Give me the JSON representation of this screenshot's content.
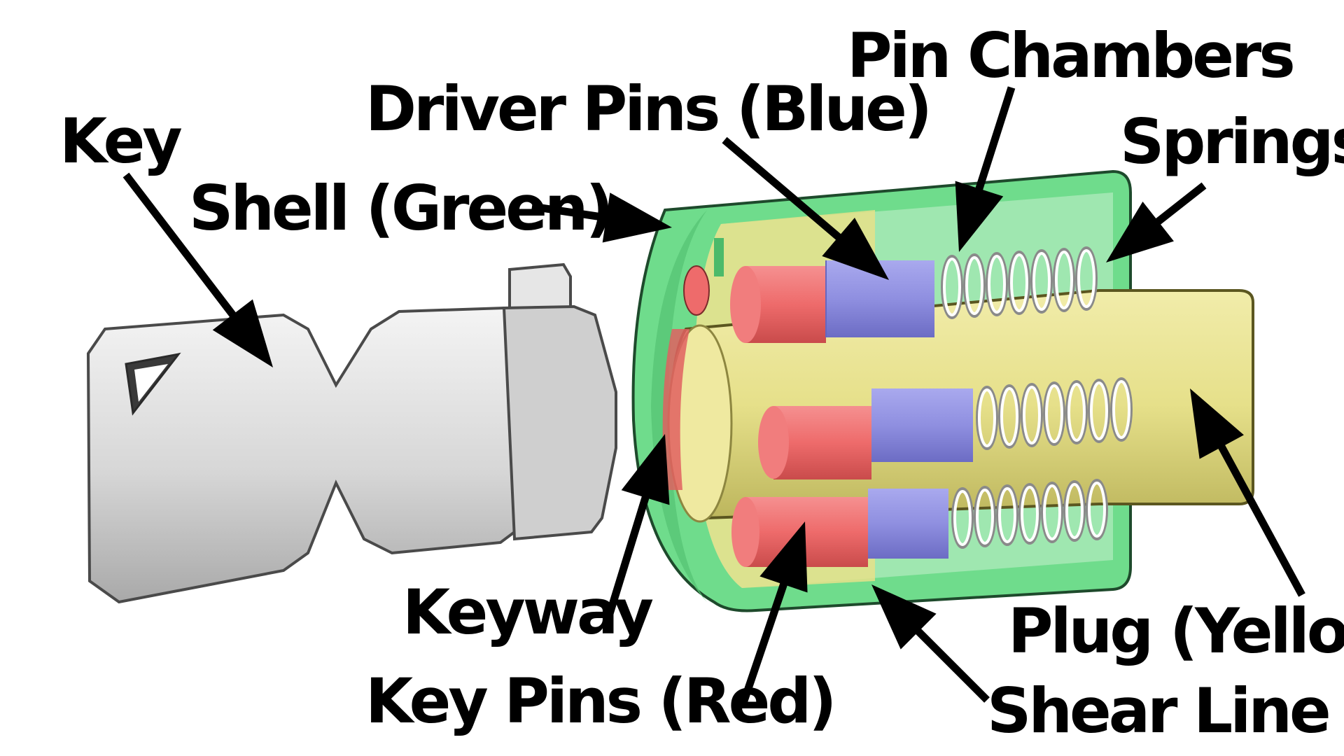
{
  "labels": {
    "key": "Key",
    "shell": "Shell (Green)",
    "driver_pins": "Driver Pins (Blue)",
    "pin_chambers": "Pin Chambers",
    "springs": "Springs",
    "keyway": "Keyway",
    "key_pins": "Key Pins (Red)",
    "plug": "Plug (Yellow)",
    "shear_line": "Shear Line"
  },
  "colors": {
    "shell": "#6fdc8c",
    "plug": "#e6e08a",
    "driver_pin": "#8f8fe0",
    "key_pin": "#ee6b6b",
    "key_metal": "#dadada",
    "spring": "#ffffff",
    "arrow": "#000000"
  }
}
